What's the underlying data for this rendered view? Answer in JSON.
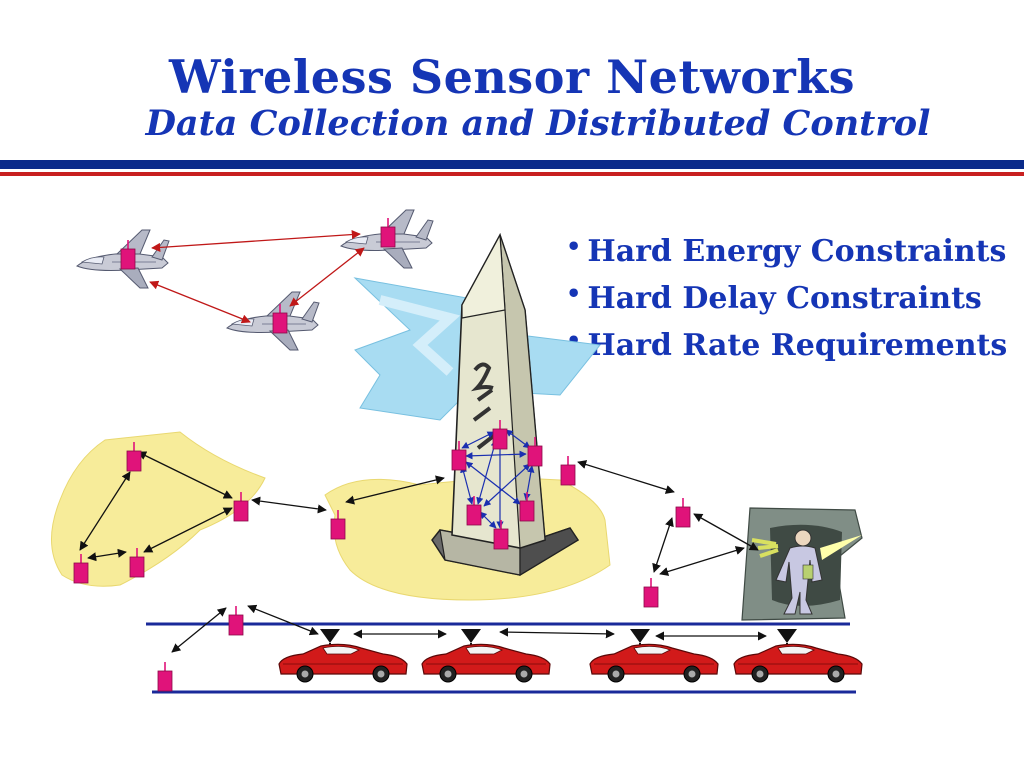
{
  "slide": {
    "title": "Wireless Sensor Networks",
    "subtitle": "Data Collection and Distributed Control",
    "bullets": [
      "Hard Energy Constraints",
      "Hard Delay Constraints",
      "Hard Rate Requirements"
    ],
    "bullet_glyph": "•"
  },
  "colors": {
    "title": "#1535b5",
    "rule_navy": "#0a2a8a",
    "rule_red": "#c82020",
    "sensor": "#e0137a",
    "link_black": "#111111",
    "link_red": "#c01818",
    "link_blue": "#1a2fb0",
    "road": "#1a2a9a",
    "car": "#d21a1a",
    "field_yellow": "#f7ec9a",
    "water_blue": "#a8dcf2"
  },
  "illustrations": [
    "jet-aircraft",
    "obelisk-monument",
    "sensor-node",
    "road-antenna",
    "red-sports-car",
    "person-in-spotlight"
  ]
}
